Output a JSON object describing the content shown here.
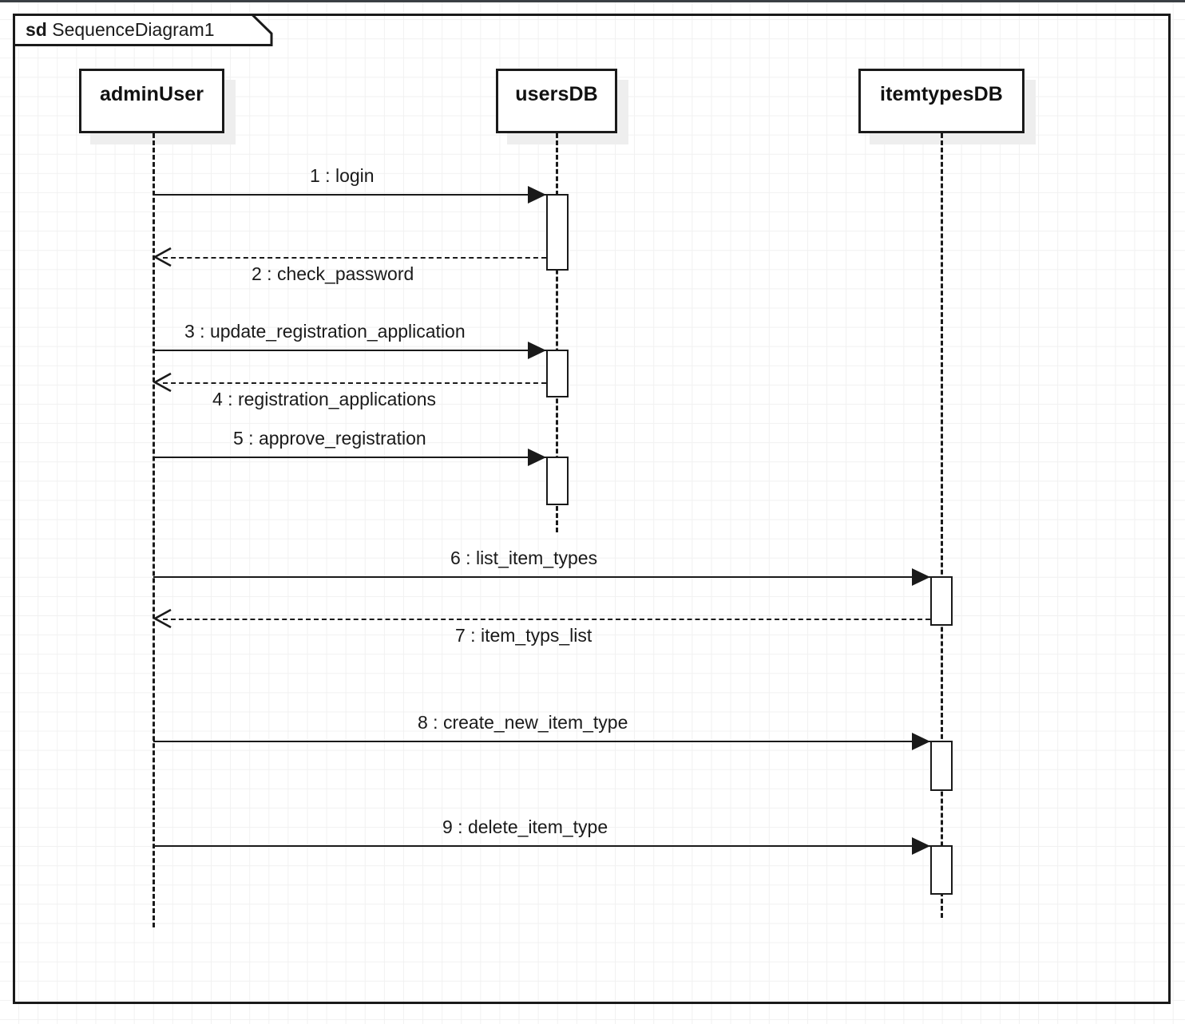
{
  "frame": {
    "keyword": "sd",
    "name": "SequenceDiagram1"
  },
  "colors": {
    "stroke": "#1a1a1a",
    "background": "#ffffff",
    "grid": "#f1f1f1",
    "shadow": "#eeeeee"
  },
  "lifelines": [
    {
      "id": "adminUser",
      "label": "adminUser"
    },
    {
      "id": "usersDB",
      "label": "usersDB"
    },
    {
      "id": "itemtypesDB",
      "label": "itemtypesDB"
    }
  ],
  "messages": [
    {
      "seq": "1",
      "name": "login",
      "label": "1 : login",
      "from": "adminUser",
      "to": "usersDB",
      "kind": "call"
    },
    {
      "seq": "2",
      "name": "check_password",
      "label": "2 : check_password",
      "from": "usersDB",
      "to": "adminUser",
      "kind": "return"
    },
    {
      "seq": "3",
      "name": "update_registration_application",
      "label": "3 : update_registration_application",
      "from": "adminUser",
      "to": "usersDB",
      "kind": "call"
    },
    {
      "seq": "4",
      "name": "registration_applications",
      "label": "4 : registration_applications",
      "from": "usersDB",
      "to": "adminUser",
      "kind": "return"
    },
    {
      "seq": "5",
      "name": "approve_registration",
      "label": "5 : approve_registration",
      "from": "adminUser",
      "to": "usersDB",
      "kind": "call"
    },
    {
      "seq": "6",
      "name": "list_item_types",
      "label": "6 : list_item_types",
      "from": "adminUser",
      "to": "itemtypesDB",
      "kind": "call"
    },
    {
      "seq": "7",
      "name": "item_typs_list",
      "label": "7 : item_typs_list",
      "from": "itemtypesDB",
      "to": "adminUser",
      "kind": "return"
    },
    {
      "seq": "8",
      "name": "create_new_item_type",
      "label": "8 : create_new_item_type",
      "from": "adminUser",
      "to": "itemtypesDB",
      "kind": "call"
    },
    {
      "seq": "9",
      "name": "delete_item_type",
      "label": "9 : delete_item_type",
      "from": "adminUser",
      "to": "itemtypesDB",
      "kind": "call"
    }
  ],
  "chart_data": {
    "type": "table",
    "title": "SequenceDiagram1",
    "participants": [
      "adminUser",
      "usersDB",
      "itemtypesDB"
    ],
    "interactions": [
      {
        "step": 1,
        "source": "adminUser",
        "target": "usersDB",
        "message": "login",
        "type": "synchronous"
      },
      {
        "step": 2,
        "source": "usersDB",
        "target": "adminUser",
        "message": "check_password",
        "type": "reply"
      },
      {
        "step": 3,
        "source": "adminUser",
        "target": "usersDB",
        "message": "update_registration_application",
        "type": "synchronous"
      },
      {
        "step": 4,
        "source": "usersDB",
        "target": "adminUser",
        "message": "registration_applications",
        "type": "reply"
      },
      {
        "step": 5,
        "source": "adminUser",
        "target": "usersDB",
        "message": "approve_registration",
        "type": "synchronous"
      },
      {
        "step": 6,
        "source": "adminUser",
        "target": "itemtypesDB",
        "message": "list_item_types",
        "type": "synchronous"
      },
      {
        "step": 7,
        "source": "itemtypesDB",
        "target": "adminUser",
        "message": "item_typs_list",
        "type": "reply"
      },
      {
        "step": 8,
        "source": "adminUser",
        "target": "itemtypesDB",
        "message": "create_new_item_type",
        "type": "synchronous"
      },
      {
        "step": 9,
        "source": "adminUser",
        "target": "itemtypesDB",
        "message": "delete_item_type",
        "type": "synchronous"
      }
    ]
  }
}
